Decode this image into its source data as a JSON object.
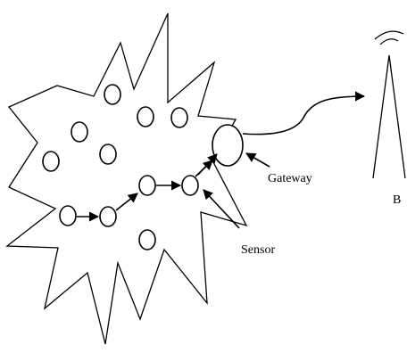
{
  "labels": {
    "gateway": "Gateway",
    "sensor": "Sensor",
    "base_station": "B"
  },
  "colors": {
    "stroke": "#000000",
    "background": "#ffffff",
    "node_fill": "#ffffff"
  },
  "icons": {
    "base_station": "antenna-tower-icon"
  }
}
